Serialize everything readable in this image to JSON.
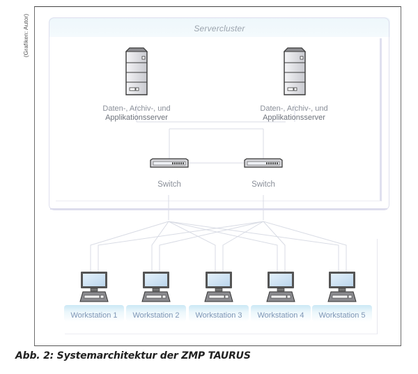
{
  "credit": "(Grafiken: Autor)",
  "caption": "Abb. 2: Systemarchitektur der ZMP TAURUS",
  "cluster": {
    "title": "Servercluster",
    "servers": [
      {
        "label_line1": "Daten-, Archiv-, und",
        "label_line2": "Applikationsserver"
      },
      {
        "label_line1": "Daten-, Archiv-, und",
        "label_line2": "Applikationsserver"
      }
    ],
    "switches": [
      {
        "label": "Switch"
      },
      {
        "label": "Switch"
      }
    ]
  },
  "workstations": [
    {
      "label": "Workstation 1"
    },
    {
      "label": "Workstation 2"
    },
    {
      "label": "Workstation 3"
    },
    {
      "label": "Workstation 4"
    },
    {
      "label": "Workstation 5"
    }
  ],
  "connections": {
    "server_to_switch": "each server connects to both switches",
    "switch_to_workstation": "each switch connects to every workstation"
  }
}
